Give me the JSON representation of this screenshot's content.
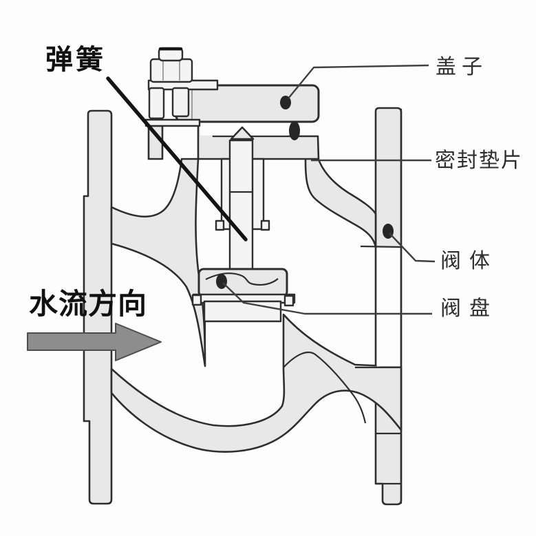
{
  "page": {
    "background": "#fdfdfd"
  },
  "diagram": {
    "kind": "check-valve-cross-section",
    "labels": {
      "spring": "弹簧",
      "cover": "盖子",
      "gasket": "密封垫片",
      "body": "阀体",
      "disc": "阀盘"
    },
    "flow": {
      "text": "水流方向",
      "direction": "right"
    },
    "colors": {
      "outline": "#2e2e2e",
      "metal_fill": "#e8e8e8",
      "metal_light": "#f4f4f4",
      "callout_dot": "#262626",
      "leader_line": "#3f3f3f",
      "spring_leader": "#141414",
      "label_text": "#2d2d2d",
      "flow_text": "#111111",
      "arrow_fill": "#8d8d8d",
      "arrow_outline": "#4d4d4d"
    }
  }
}
